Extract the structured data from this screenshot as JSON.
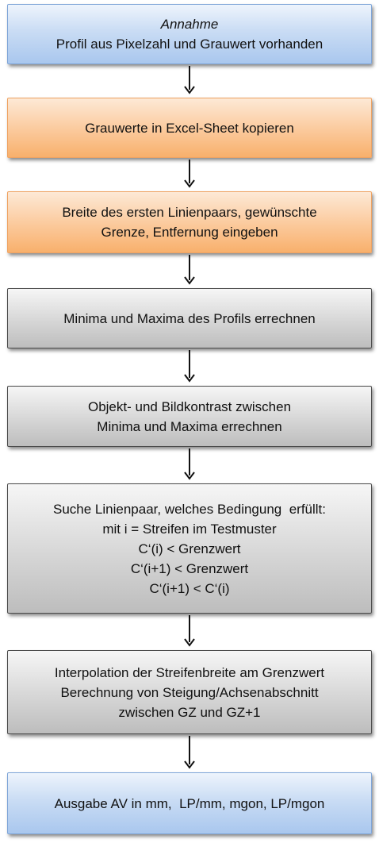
{
  "boxes": [
    {
      "lines": [
        "Annahme",
        "Profil aus Pixelzahl und Grauwert vorhanden"
      ]
    },
    {
      "lines": [
        "Grauwerte in Excel-Sheet kopieren"
      ]
    },
    {
      "lines": [
        "Breite des ersten Linienpaars, gewünschte",
        "Grenze, Entfernung eingeben"
      ]
    },
    {
      "lines": [
        "Minima und Maxima des Profils errechnen"
      ]
    },
    {
      "lines": [
        "Objekt- und Bildkontrast zwischen",
        "Minima und Maxima errechnen"
      ]
    },
    {
      "lines": [
        "Suche Linienpaar, welches Bedingung  erfüllt:",
        "mit i = Streifen im Testmuster",
        "C‘(i) < Grenzwert",
        "C‘(i+1) < Grenzwert",
        "C‘(i+1) < C‘(i)"
      ]
    },
    {
      "lines": [
        "Interpolation der Streifenbreite am Grenzwert",
        "Berechnung von Steigung/Achsenabschnitt",
        "zwischen GZ und GZ+1"
      ]
    },
    {
      "lines": [
        "Ausgabe AV in mm,  LP/mm, mgon, LP/mgon"
      ]
    }
  ],
  "colors": {
    "blue": "#a9c7ee",
    "orange": "#f8b06c",
    "gray": "#bdbdbd",
    "arrow": "#111111"
  }
}
